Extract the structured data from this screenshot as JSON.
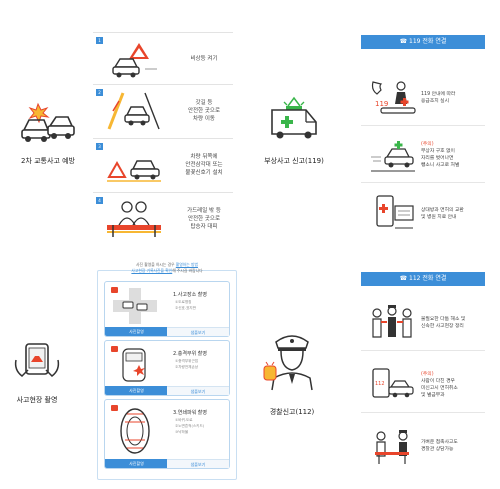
{
  "colors": {
    "accent": "#3c8ed8",
    "warning": "#e8452b",
    "siren_green": "#39b54a"
  },
  "sections": {
    "secondary_accident": "2차 교통사고 예방",
    "injury_report": "부상사고 신고(119)",
    "scene_photo": "사고현장 촬영",
    "police_report": "경찰신고(112)"
  },
  "steps": [
    {
      "num": "1",
      "text": "비상등 켜기"
    },
    {
      "num": "2",
      "text": "갓길 등\n안전한 곳으로\n차량 이동"
    },
    {
      "num": "3",
      "text": "차량 뒤쪽에\n안전삼각대 또는\n불꽃신호기 설치"
    },
    {
      "num": "4",
      "text": "가드레일 밖 등\n안전한 곳으로\n탑승자 대피"
    }
  ],
  "call_119": {
    "header": "119 전화 연결",
    "rows": [
      {
        "lines": [
          "119 안내에 따라",
          "응급조치 실시"
        ]
      },
      {
        "warn": "(주의)",
        "lines": [
          "부상자 구호 없이",
          "자리를 벗어나면",
          "뺑소니 사고로 처벌"
        ]
      },
      {
        "lines": [
          "상대방과 면허의 교환",
          "및 병원 치료 안내"
        ]
      }
    ]
  },
  "call_112": {
    "header": "112 전화 연결",
    "rows": [
      {
        "lines": [
          "불필요한 다툼 해소 및",
          "신속한 사고현장 정리"
        ]
      },
      {
        "warn": "(주의)",
        "lines": [
          "사람이 다친 경우",
          "미신고시 면허취소",
          "및 벌금부과"
        ]
      },
      {
        "lines": [
          "가벼운 접촉사고도",
          "경찰관 상담가능"
        ]
      }
    ]
  },
  "photo_guide": {
    "hint_line1": "사진 촬영을 하시는 경우 ",
    "hint_link1": "촬영하는 방법",
    "hint_line2_link": "사고현장 기록사진을 확인",
    "hint_line2": "해 주시길 바랍니다",
    "cards": [
      {
        "title": "1.사고장소 촬영",
        "notes": [
          "①도로명칭",
          "②신호.표지판"
        ],
        "btn_a": "사진촬영",
        "btn_b": "샘플보기"
      },
      {
        "title": "2.충격부위 촬영",
        "notes": [
          "①충격부위근접",
          "②차량전체손상"
        ],
        "btn_a": "사진촬영",
        "btn_b": "샘플보기"
      },
      {
        "title": "3.연쇄파워 촬영",
        "notes": [
          "①바퀴.도로",
          "②노면흔적(스키드)",
          "③낙하물"
        ],
        "btn_a": "사진촬영",
        "btn_b": "샘플보기"
      }
    ]
  }
}
